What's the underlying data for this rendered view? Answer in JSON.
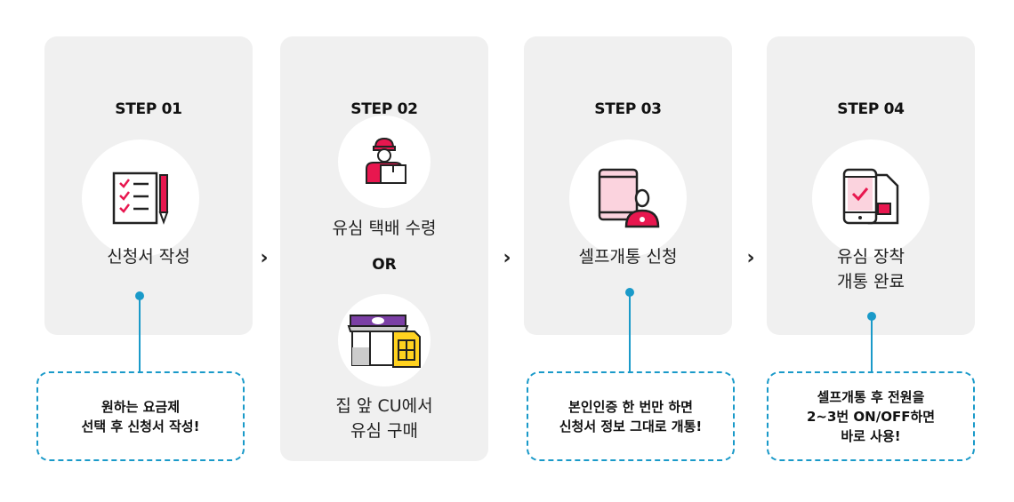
{
  "colors": {
    "accent_pink": "#e8174f",
    "accent_blue": "#1a9ac9",
    "card_bg": "#f0f0f0",
    "cu_purple": "#7b3fa5"
  },
  "steps": [
    {
      "title": "STEP 01",
      "label": "신청서 작성",
      "icon": "checklist-icon"
    },
    {
      "title": "STEP 02",
      "label": "유심 택배 수령",
      "or": "OR",
      "label2": "집 앞 CU에서\n유심 구매",
      "icon": "delivery-person-icon",
      "icon2": "cu-store-sim-icon"
    },
    {
      "title": "STEP 03",
      "label": "셀프개통 신청",
      "icon": "tablet-user-icon"
    },
    {
      "title": "STEP 04",
      "label": "유심 장착\n개통 완료",
      "icon": "phone-sim-icon"
    }
  ],
  "notes": [
    "원하는 요금제\n선택 후 신청서 작성!",
    "본인인증 한 번만 하면\n신청서 정보 그대로 개통!",
    "셀프개통 후 전원을\n2~3번 ON/OFF하면\n바로 사용!"
  ],
  "arrow_glyph": "›"
}
